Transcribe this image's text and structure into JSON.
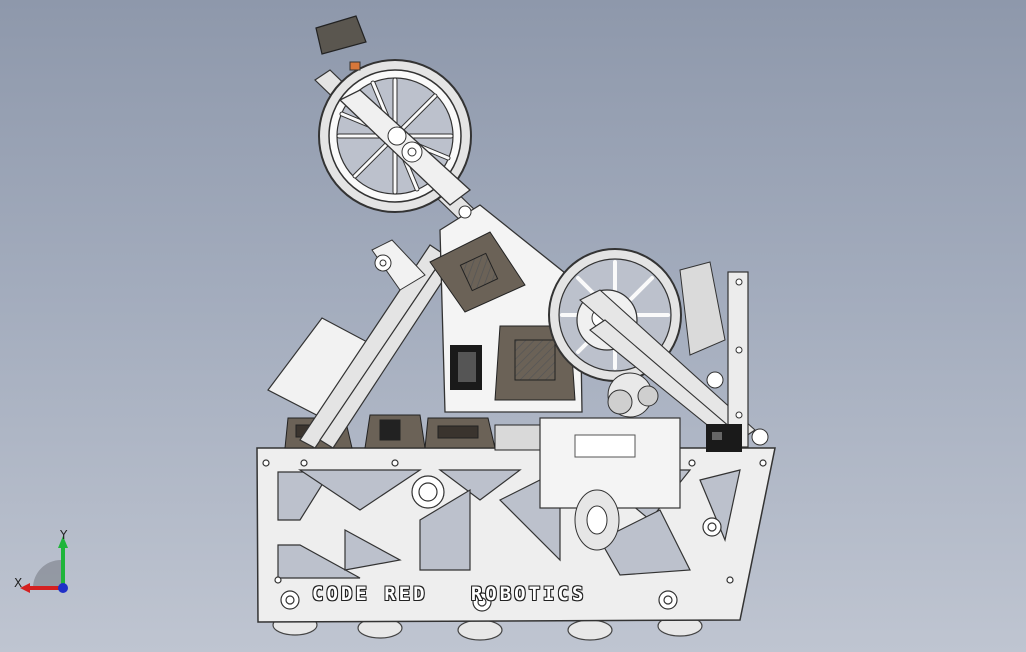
{
  "viewport": {
    "background_top": "#8e98ab",
    "background_bottom": "#bfc5d1"
  },
  "model": {
    "frame_text_word1": "CODE RED",
    "frame_text_word2": "ROBOTICS"
  },
  "triad": {
    "x_label": "X",
    "y_label": "Y",
    "x_color": "#d42020",
    "y_color": "#1fb53a",
    "z_color": "#2030c8"
  },
  "icons": [
    "coordinate-triad-icon"
  ]
}
